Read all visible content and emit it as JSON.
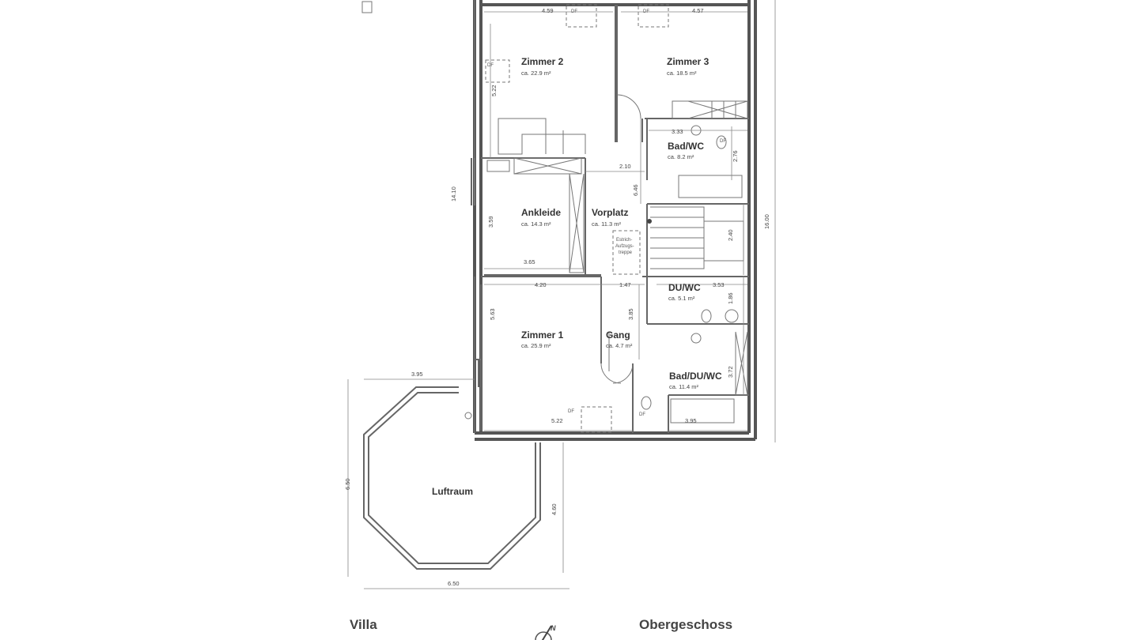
{
  "plan": {
    "floor_title": "Obergeschoss",
    "project_title": "Villa",
    "north_label": "N",
    "rooms": {
      "zimmer2": {
        "name": "Zimmer 2",
        "area": "ca. 22.9 m²"
      },
      "zimmer3": {
        "name": "Zimmer 3",
        "area": "ca. 18.5 m²"
      },
      "badwc": {
        "name": "Bad/WC",
        "area": "ca. 8.2 m²"
      },
      "ankleide": {
        "name": "Ankleide",
        "area": "ca. 14.3 m²"
      },
      "vorplatz": {
        "name": "Vorplatz",
        "area": "ca. 11.3 m²"
      },
      "duwc": {
        "name": "DU/WC",
        "area": "ca. 5.1 m²"
      },
      "zimmer1": {
        "name": "Zimmer 1",
        "area": "ca. 25.9 m²"
      },
      "gang": {
        "name": "Gang",
        "area": "ca. 4.7 m²"
      },
      "baddUwc": {
        "name": "Bad/DU/WC",
        "area": "ca. 11.4 m²"
      },
      "luftraum": {
        "name": "Luftraum"
      }
    },
    "stair_label": [
      "Estrich-",
      "Aufzugs-",
      "treppe"
    ],
    "df_label": "DF",
    "dimensions": {
      "z2_width": "4.59",
      "z3_width": "4.57",
      "z2_height": "5.22",
      "bad_width": "3.33",
      "bad_height": "2.76",
      "vorplatz_width": "2.10",
      "vorplatz_height": "6.46",
      "left_total": "14.10",
      "right_total": "16.00",
      "ankleide_height": "3.59",
      "ankleide_width": "3.65",
      "z1_top": "4.20",
      "gang_width": "1.47",
      "duwc_width": "3.53",
      "duwc_height": "1.86",
      "stair_height": "2.40",
      "gang_height": "3.85",
      "z1_height": "5.63",
      "z1_bottom": "5.22",
      "bath_bottom": "3.95",
      "bath_height": "3.72",
      "balcony_offset": "3.95",
      "luft_height": "6.50",
      "luft_height2": "4.60",
      "luft_width": "6.50"
    }
  }
}
